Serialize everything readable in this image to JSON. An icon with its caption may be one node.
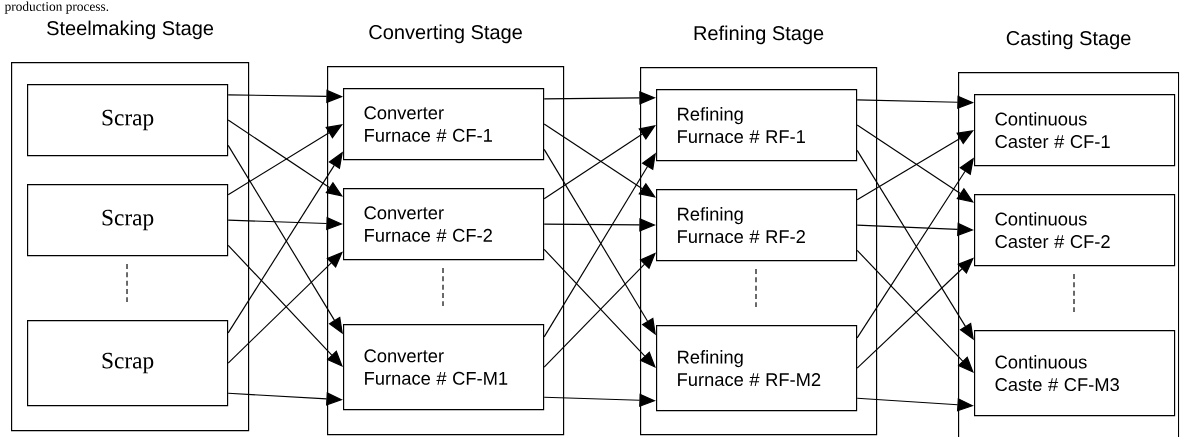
{
  "diagram": {
    "nodes": [
      {
        "text": [
          "Steelmaking Stage"
        ]
      },
      {
        "text": [
          "Scrap"
        ],
        "in": 0
      },
      {
        "text": [
          "Scrap"
        ],
        "in": 0
      },
      {
        "text": [
          "Scrap"
        ],
        "in": 0
      },
      {
        "text": [
          "Converting Stage"
        ]
      },
      {
        "text": [
          "Converter Furnace # CF-1"
        ],
        "in": 4
      },
      {
        "text": [
          "Converter Furnace # CF-2"
        ],
        "in": 4
      },
      {
        "text": [
          "Converter Furnace # CF-M1"
        ],
        "in": 4
      },
      {
        "text": [
          "Refining Stage"
        ]
      },
      {
        "text": [
          "Refining Furnace # RF-1"
        ],
        "in": 8
      },
      {
        "text": [
          "Refining Furnace # RF-2"
        ],
        "in": 8
      },
      {
        "text": [
          "Refining Furnace # RF-M2"
        ],
        "in": 8
      },
      {
        "text": [
          "Casting Stage"
        ]
      },
      {
        "text": [
          "Continuous Caster # CF-1"
        ],
        "in": 12
      },
      {
        "text": [
          "Continuous Caster # CF-2"
        ],
        "in": 12
      },
      {
        "text": [
          "Continuous Caste # CF-M3"
        ],
        "in": 12
      }
    ],
    "edges": [
      {
        "from": 1,
        "to": 5,
        "arrow": "to"
      },
      {
        "from": 1,
        "to": 6,
        "arrow": "to"
      },
      {
        "from": 1,
        "to": 7,
        "arrow": "to"
      },
      {
        "from": 2,
        "to": 5,
        "arrow": "to"
      },
      {
        "from": 2,
        "to": 6,
        "arrow": "to"
      },
      {
        "from": 2,
        "to": 7,
        "arrow": "to"
      },
      {
        "from": 3,
        "to": 5,
        "arrow": "to"
      },
      {
        "from": 3,
        "to": 6,
        "arrow": "to"
      },
      {
        "from": 3,
        "to": 7,
        "arrow": "to"
      },
      {
        "from": 5,
        "to": 9,
        "arrow": "to"
      },
      {
        "from": 5,
        "to": 10,
        "arrow": "to"
      },
      {
        "from": 5,
        "to": 11,
        "arrow": "to"
      },
      {
        "from": 6,
        "to": 9,
        "arrow": "to"
      },
      {
        "from": 6,
        "to": 10,
        "arrow": "to"
      },
      {
        "from": 6,
        "to": 11,
        "arrow": "to"
      },
      {
        "from": 7,
        "to": 9,
        "arrow": "to"
      },
      {
        "from": 7,
        "to": 10,
        "arrow": "to"
      },
      {
        "from": 7,
        "to": 11,
        "arrow": "to"
      },
      {
        "from": 9,
        "to": 13,
        "arrow": "to"
      },
      {
        "from": 9,
        "to": 14,
        "arrow": "to"
      },
      {
        "from": 9,
        "to": 15,
        "arrow": "to"
      },
      {
        "from": 10,
        "to": 13,
        "arrow": "to"
      },
      {
        "from": 10,
        "to": 14,
        "arrow": "to"
      },
      {
        "from": 10,
        "to": 15,
        "arrow": "to"
      },
      {
        "from": 11,
        "to": 13,
        "arrow": "to"
      },
      {
        "from": 11,
        "to": 14,
        "arrow": "to"
      },
      {
        "from": 11,
        "to": 15,
        "arrow": "to"
      }
    ],
    "labels": [
      "production process."
    ]
  }
}
